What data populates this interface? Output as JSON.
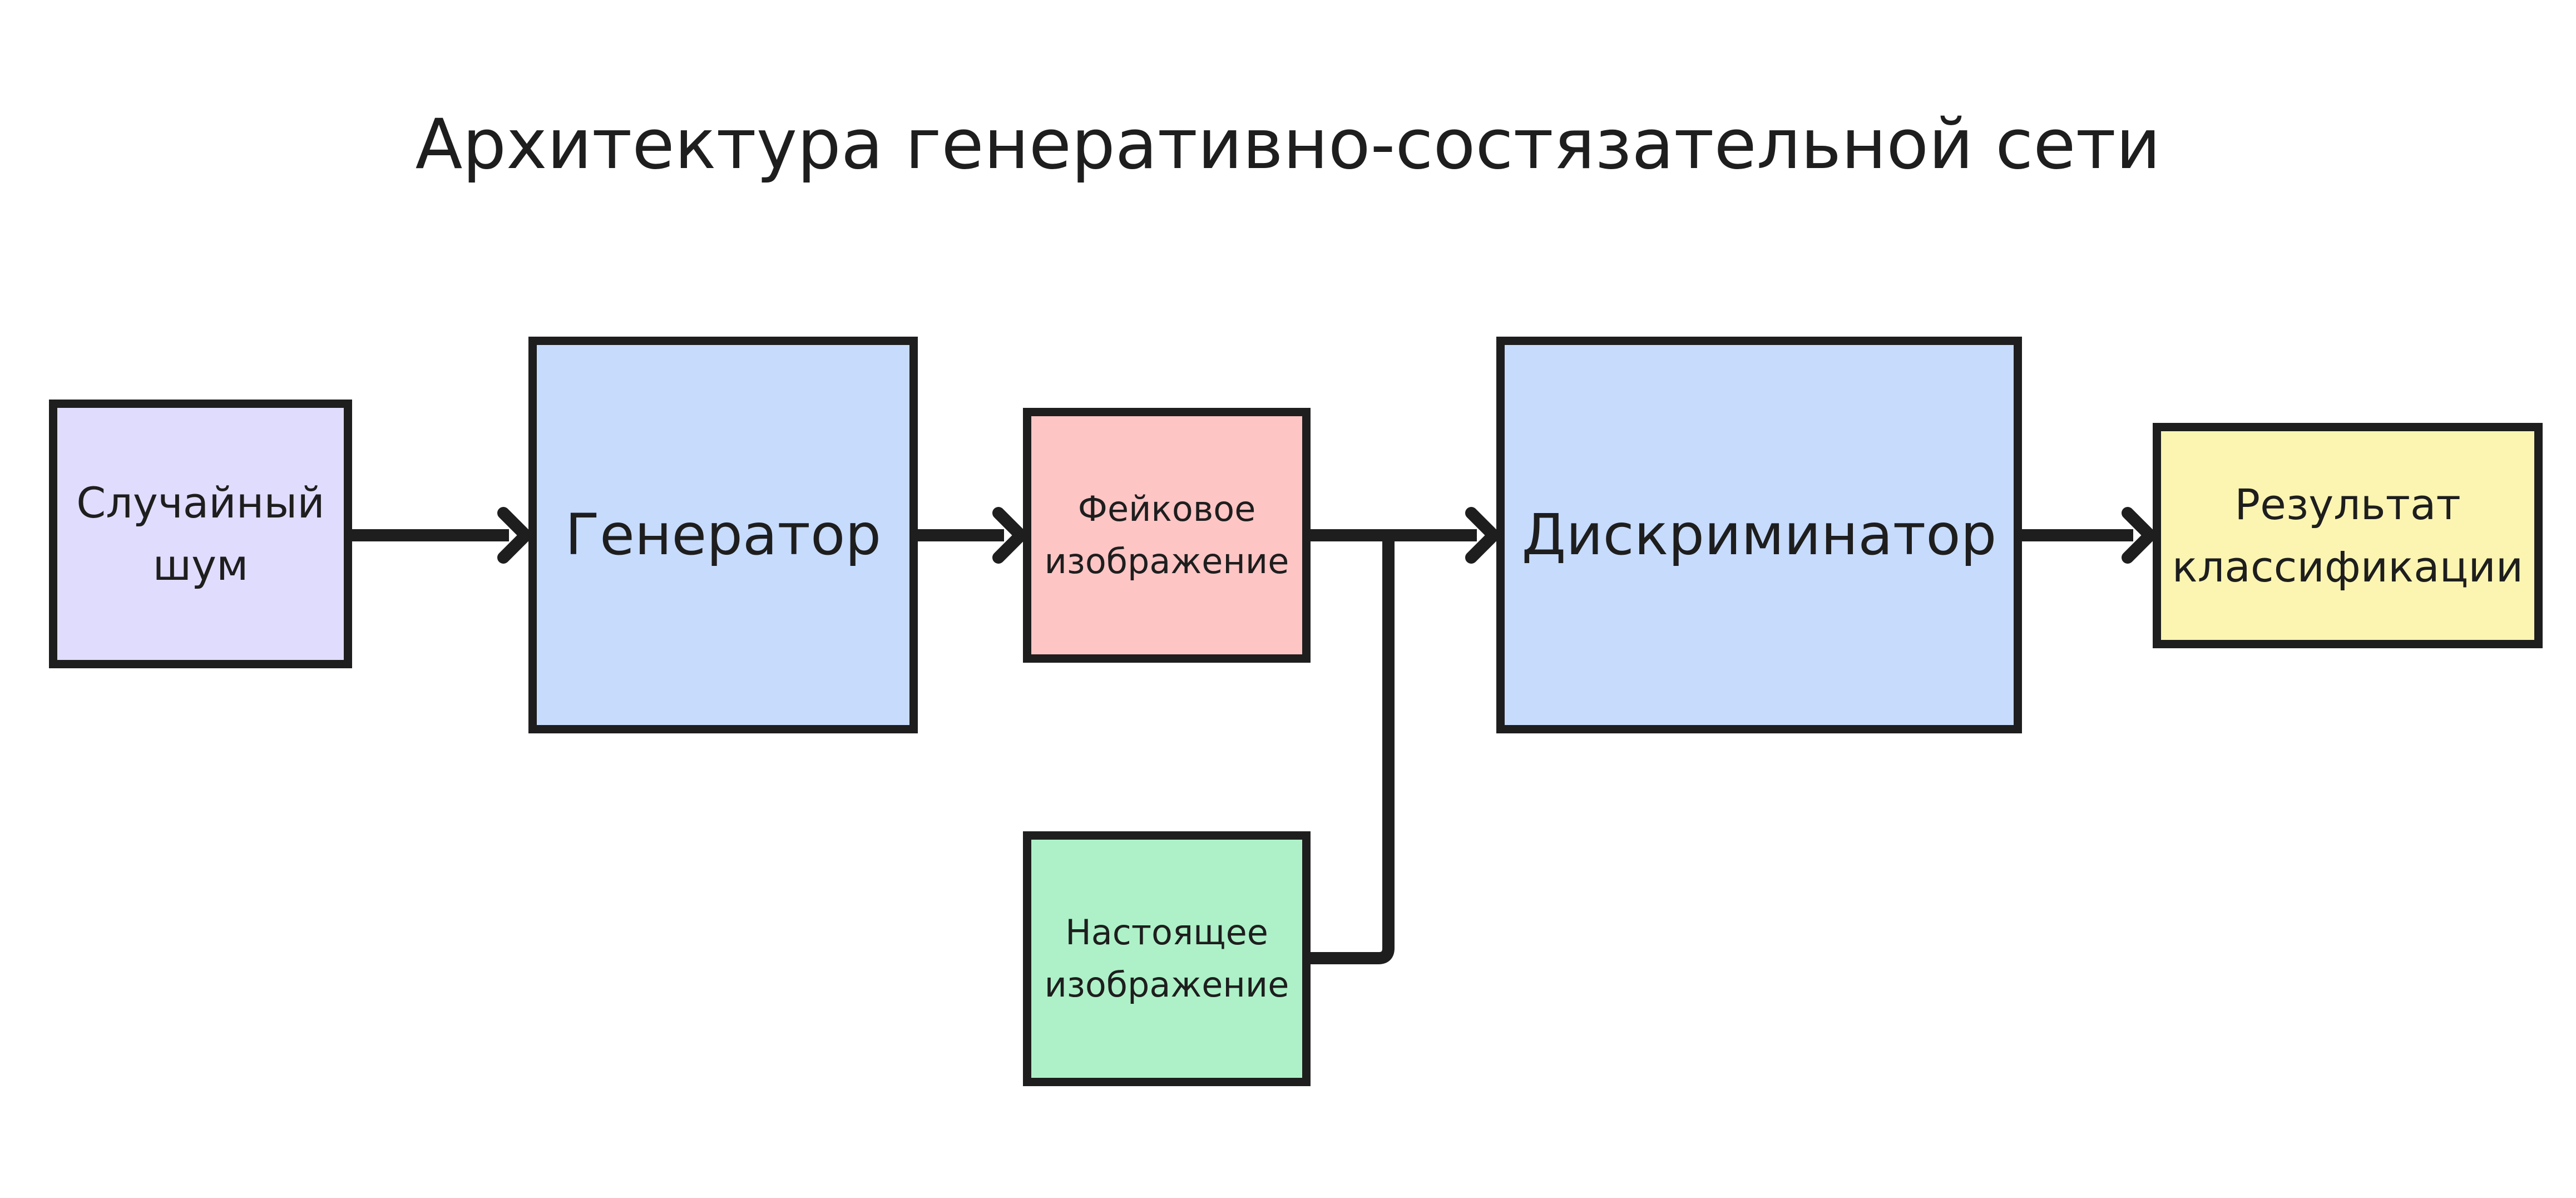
{
  "title": "Архитектура генеративно-состязательной сети",
  "nodes": {
    "noise": {
      "line1": "Случайный",
      "line2": "шум",
      "fill": "#e0dcfd"
    },
    "generator": {
      "label": "Генератор",
      "fill": "#c7dbfd"
    },
    "fake": {
      "line1": "Фейковое",
      "line2": "изображение",
      "fill": "#fec5c5"
    },
    "real": {
      "line1": "Настоящее",
      "line2": "изображение",
      "fill": "#aef1c8"
    },
    "discriminator": {
      "label": "Дискриминатор",
      "fill": "#c7dbfd"
    },
    "result": {
      "line1": "Результат",
      "line2": "классификации",
      "fill": "#fcf5b2"
    }
  },
  "colors": {
    "stroke": "#1e1e1e",
    "background": "#ffffff"
  }
}
